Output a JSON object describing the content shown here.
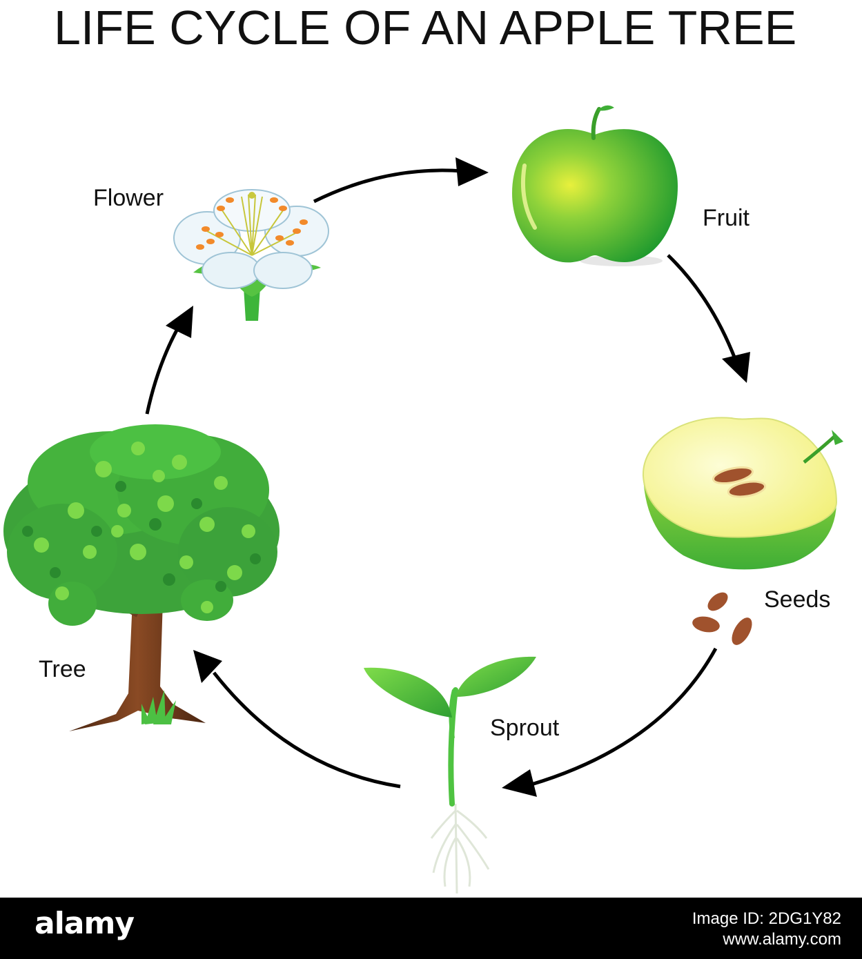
{
  "title": "LIFE CYCLE OF AN APPLE TREE",
  "stages": {
    "fruit": "Fruit",
    "seeds": "Seeds",
    "sprout": "Sprout",
    "tree": "Tree",
    "flower": "Flower"
  },
  "colors": {
    "apple_green": "#3fb536",
    "apple_light": "#e3ee3a",
    "flesh": "#fafab5",
    "seed": "#a0522d",
    "trunk": "#6b3a1e",
    "leaf": "#4cc43a",
    "arrow": "#000000"
  },
  "footer": {
    "brand": "alamy",
    "image_id": "Image ID: 2DG1Y82",
    "site": "www.alamy.com"
  }
}
